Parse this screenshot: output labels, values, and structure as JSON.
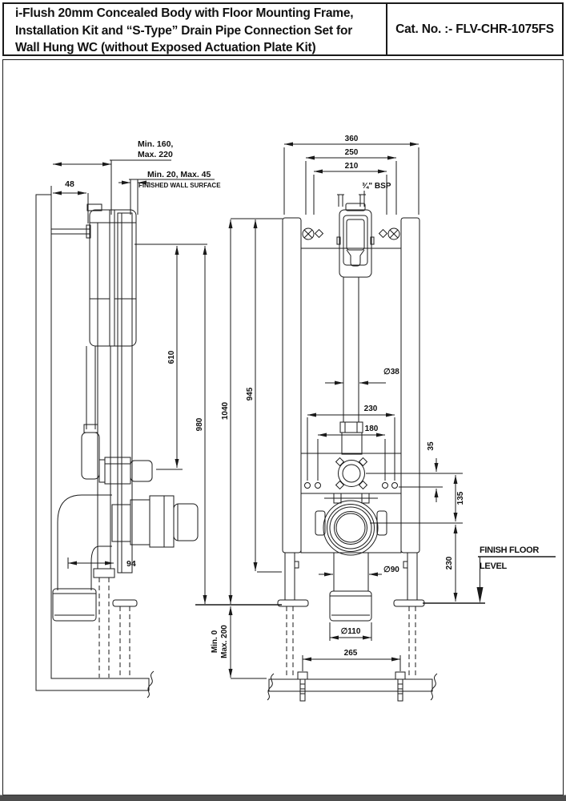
{
  "header": {
    "title_lines": [
      "i-Flush 20mm Concealed Body with Floor Mounting Frame,",
      "Installation Kit and “S-Type” Drain Pipe Connection Set for",
      "Wall Hung WC (without Exposed Actuation Plate Kit)"
    ],
    "cat_no": "Cat. No. :- FLV-CHR-1075FS"
  },
  "side_view": {
    "offset_dim_line1": "Min. 160,",
    "offset_dim_line2": "Max. 220",
    "wall_thickness_dim": "Min. 20, Max. 45",
    "finished_wall_label": "FINISHED WALL SURFACE",
    "bracket_dim": "48",
    "spout_height_dim": "610",
    "body_height_dim": "980",
    "frame_height_dim": "1040",
    "rail_height_dim": "945",
    "pipe_offset_dim": "94",
    "floor_depth_line1": "Min. 0",
    "floor_depth_line2": "Max. 200"
  },
  "front_view": {
    "width_dim": "360",
    "mount_width_dim": "250",
    "inner_width_dim": "210",
    "inlet_label": "¾\" BSP",
    "flush_pipe_dia": "∅38",
    "hole_span_dim": "230",
    "hole_inner_dim": "180",
    "outlet_offset_dim": "35",
    "outlet_to_drain_dim": "135",
    "drain_height_dim": "230",
    "drain_pipe_dia": "∅90",
    "drain_socket_dia": "∅110",
    "bolt_span_dim": "265",
    "finish_floor_line1": "FINISH FLOOR",
    "finish_floor_line2": "LEVEL"
  }
}
